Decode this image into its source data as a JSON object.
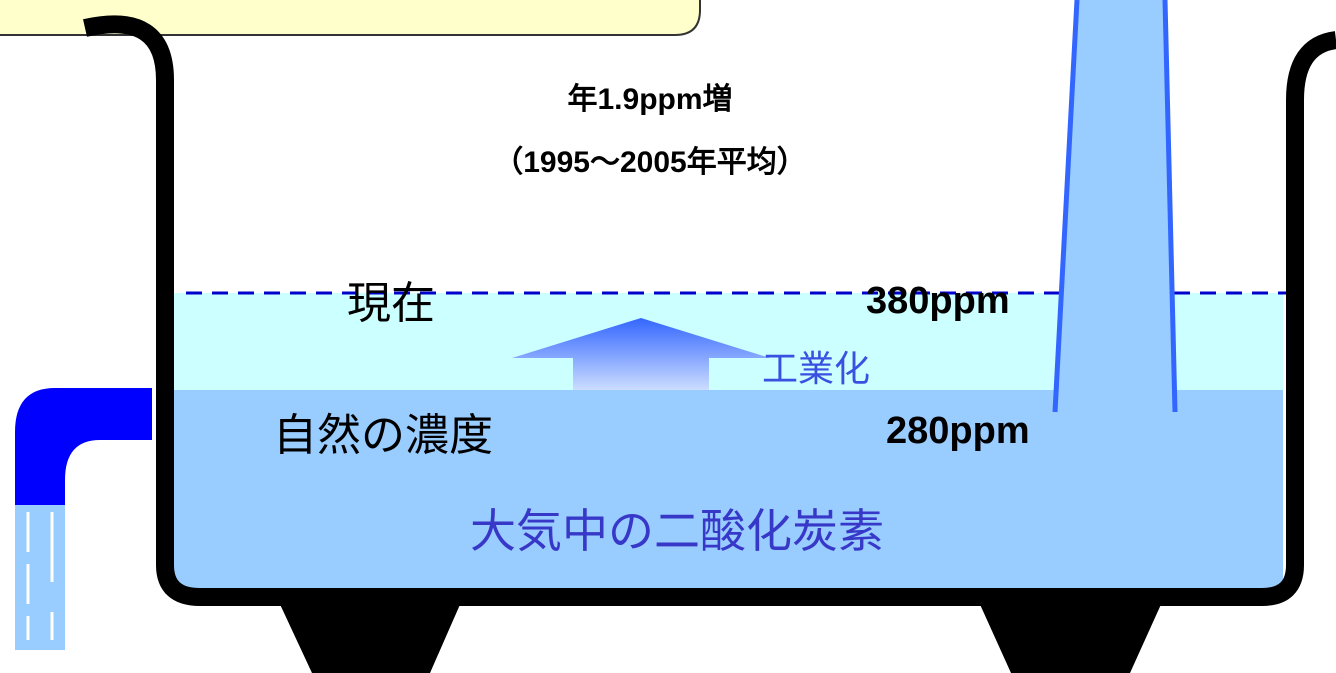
{
  "rate": {
    "line1": "年1.9ppm増",
    "line2": "（1995～2005年平均）"
  },
  "levels": {
    "current_label": "現在",
    "current_value": "380ppm",
    "natural_label": "自然の濃度",
    "natural_value": "280ppm",
    "rise_label": "工業化"
  },
  "substance": "大気中の二酸化炭素",
  "colors": {
    "tub_outline": "#000000",
    "natural_water": "#99ccff",
    "added_water": "#ccffff",
    "dashed_line": "#0000cc",
    "arrow": "#3366ff",
    "inflow_pipe": "#0000ff",
    "chimney": "#99ccff",
    "chimney_edge": "#3366ff",
    "callout_fill": "#ffffcc",
    "industry_text": "#3a50e0",
    "substance_text": "#3838c8"
  }
}
